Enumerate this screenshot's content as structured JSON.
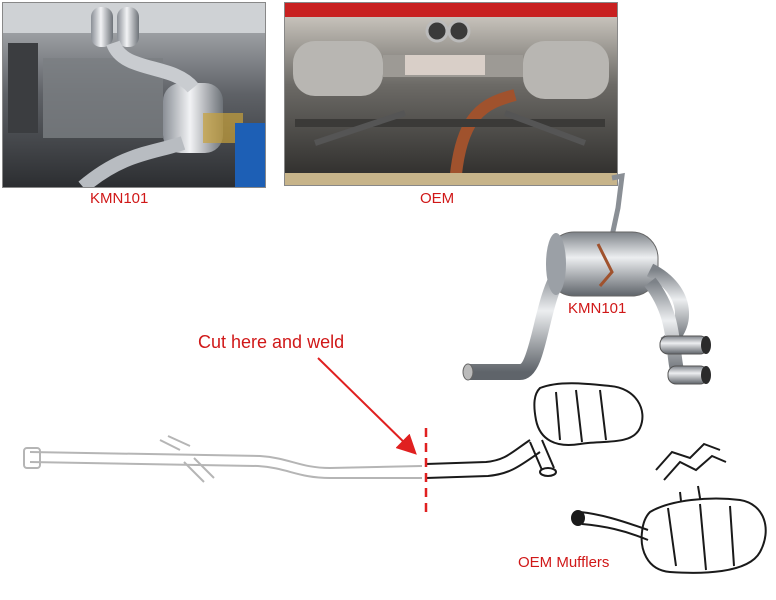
{
  "photos": {
    "left_caption": "KMN101",
    "right_caption": "OEM"
  },
  "diagram": {
    "cut_instruction": "Cut here and weld",
    "kmn_label": "KMN101",
    "oem_label": "OEM Mufflers"
  },
  "colors": {
    "label_red": "#d01818",
    "cut_line_red": "#e02020"
  }
}
